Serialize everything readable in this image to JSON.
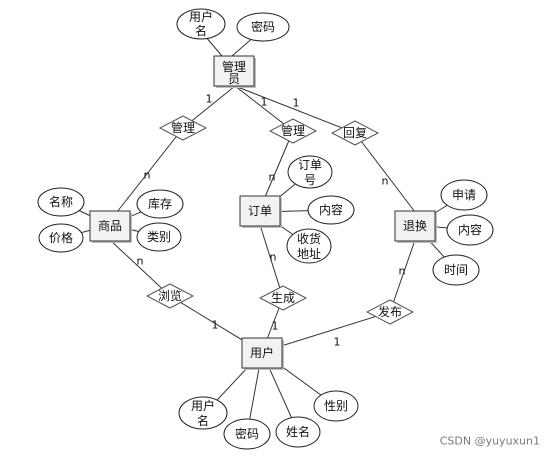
{
  "entities": {
    "admin": "管理员",
    "goods": "商品",
    "order": "订单",
    "exchange": "退换",
    "user": "用户"
  },
  "attributes": {
    "admin_username": "用户名",
    "admin_password": "密码",
    "goods_name": "名称",
    "goods_price": "价格",
    "goods_stock": "库存",
    "goods_category": "类别",
    "order_no": "订单号",
    "order_content": "内容",
    "order_address": "收货地址",
    "exchange_apply": "申请",
    "exchange_content": "内容",
    "exchange_time": "时间",
    "user_username": "用户名",
    "user_password": "密码",
    "user_realname": "姓名",
    "user_gender": "性别"
  },
  "relationships": {
    "manage_goods": "管理",
    "manage_order": "管理",
    "reply": "回复",
    "browse": "浏览",
    "generate": "生成",
    "publish": "发布"
  },
  "cardinalities": {
    "admin_manage_goods": "1",
    "manage_goods_n": "n",
    "admin_manage_order": "1",
    "manage_order_n": "n",
    "admin_reply": "1",
    "reply_n": "n",
    "browse_goods": "n",
    "browse_user": "1",
    "generate_order": "n",
    "generate_user": "1",
    "publish_exchange": "n",
    "publish_user": "1"
  },
  "watermark": "CSDN @yuyuxun1"
}
